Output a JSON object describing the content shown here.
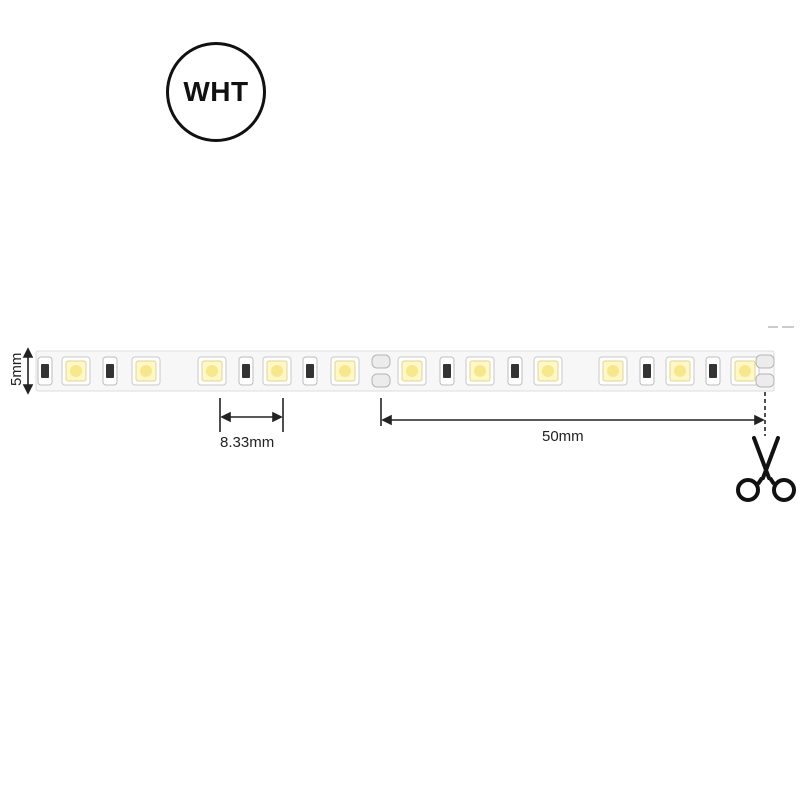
{
  "badge": {
    "label": "WHT"
  },
  "dimensions": {
    "width_label": "5mm",
    "pitch_label": "8.33mm",
    "segment_label": "50mm"
  },
  "colors": {
    "strip": "#f7f7f7",
    "strip_border": "#dcdcdc",
    "led_chip": "#fff7c8",
    "led_core": "#f6e88a",
    "resistor": "#333333",
    "badge_ring": "#111111"
  },
  "icons": {
    "cut_marker": "scissors-icon"
  }
}
